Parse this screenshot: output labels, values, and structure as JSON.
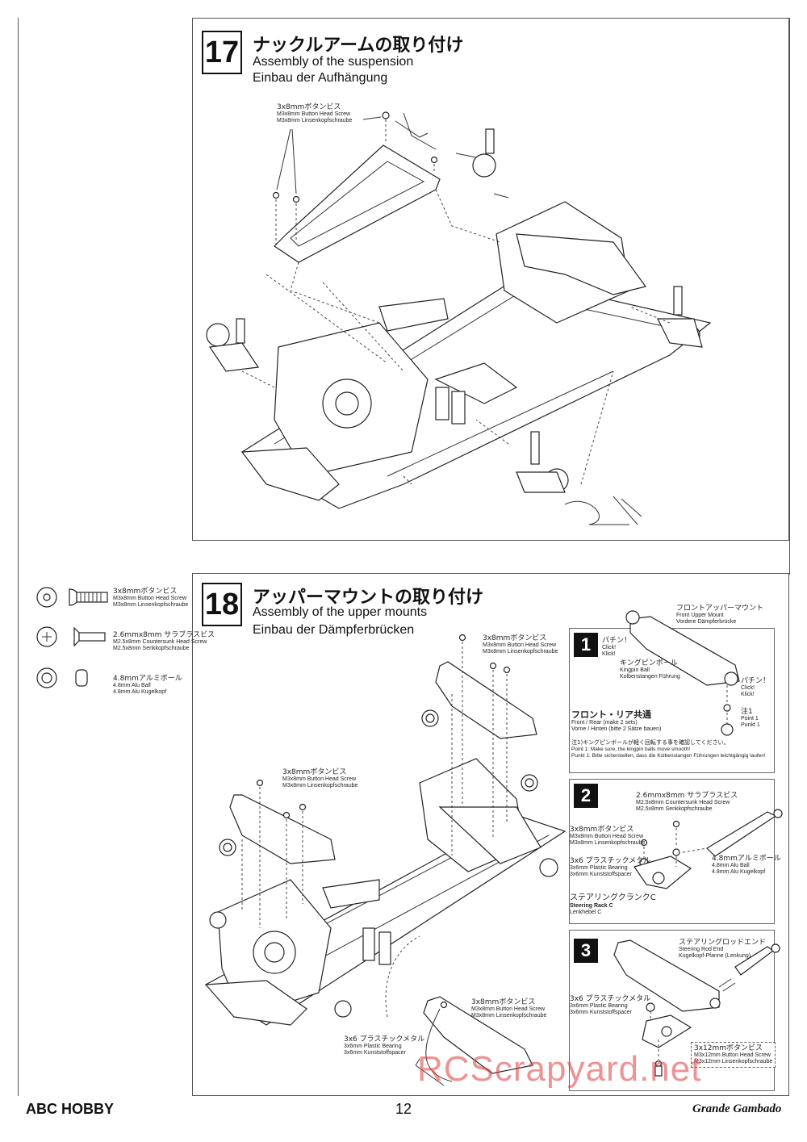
{
  "step17": {
    "number": "17",
    "title_jp": "ナックルアームの取り付け",
    "title_en": "Assembly of the suspension",
    "title_de": "Einbau der Aufhängung",
    "screw_label": {
      "jp": "3x8mmボタンビス",
      "en": "M3x8mm Button Head Screw",
      "de": "M3x8mm Linsenkopfschraube"
    }
  },
  "legend": [
    {
      "jp": "3x8mmボタンビス",
      "en": "M3x8mm Button Head Screw",
      "de": "M3x8mm Linsenkopfschraube",
      "icon": "button-head-screw-icon"
    },
    {
      "jp": "2.6mmx8mm サラブラスビス",
      "en": "M2.5x8mm Countersunk Head Screw",
      "de": "M2.5x8mm Senkkopfschraube",
      "icon": "countersunk-screw-icon"
    },
    {
      "jp": "4.8mmアルミボール",
      "en": "4.8mm Alu Ball",
      "de": "4.8mm Alu Kugelkopf",
      "icon": "alu-ball-icon"
    }
  ],
  "step18": {
    "number": "18",
    "title_jp": "アッパーマウントの取り付け",
    "title_en": "Assembly of the upper mounts",
    "title_de": "Einbau der Dämpferbrücken",
    "screw_label_top": {
      "jp": "3x8mmボタンビス",
      "en": "M3x8mm Button Head Screw",
      "de": "M3x8mm Linsenkopfschraube"
    },
    "screw_label_left": {
      "jp": "3x8mmボタンビス",
      "en": "M3x8mm Button Head Screw",
      "de": "M3x8mm Linsenkopfschraube"
    },
    "screw_label_bottom": {
      "jp": "3x8mmボタンビス",
      "en": "M3x8mm Button Head Screw",
      "de": "M3x8mm Linsenkopfschraube"
    },
    "spacer_label_bottom": {
      "jp": "3x6 プラスチックメタル",
      "en": "3x6mm Plastic Bearing",
      "de": "3x6mm Kunststoffspacer"
    }
  },
  "sub1": {
    "number": "1",
    "click1": {
      "jp": "パチン！",
      "en": "Click!",
      "de": "Klick!"
    },
    "mount": {
      "jp": "フロントアッパーマウント",
      "en": "Front Upper Mount",
      "de": "Vordere Dämpferbrücke"
    },
    "kingpin": {
      "jp": "キングピンボール",
      "en": "Kingpin Ball",
      "de": "Kolbenstangen Führung"
    },
    "click2": {
      "jp": "パチン！",
      "en": "Click!",
      "de": "Klick!"
    },
    "note": {
      "jp": "注1",
      "en": "Point 1",
      "de": "Punkt 1"
    },
    "common": {
      "jp": "フロント・リア共通",
      "en": "Front / Rear (make 2 sets)",
      "de": "Vorne / Hinten (bitte 2 Sätze bauen)"
    },
    "point": {
      "jp": "注1)キングピンボールが軽く回転する事を確認してください。",
      "en": "Point 1: Make sure, the kingpin balls move smooth!",
      "de": "Punkt 1: Bitte sicherstellen, dass die Kolbenstangen Führungen leichtgängig laufen!"
    }
  },
  "sub2": {
    "number": "2",
    "countersunk": {
      "jp": "2.6mmx8mm サラブラスビス",
      "en": "M2.5x8mm Countersunk Head Screw",
      "de": "M2.5x8mm Senkkopfschraube"
    },
    "button": {
      "jp": "3x8mmボタンビス",
      "en": "M3x8mm Button Head Screw",
      "de": "M3x8mm Linsenkopfschraube"
    },
    "alu": {
      "jp": "4.8mmアルミボール",
      "en": "4.8mm Alu Ball",
      "de": "4.8mm Alu Kugelkopf"
    },
    "plastic": {
      "jp": "3x6 プラスチックメタル",
      "en": "3x6mm Plastic Bearing",
      "de": "3x6mm Kunststoffspacer"
    },
    "rack": {
      "jp": "ステアリングクランクC",
      "en": "Steering Rack C",
      "de": "Lenkhebel C"
    }
  },
  "sub3": {
    "number": "3",
    "rod_end": {
      "jp": "ステアリングロッドエンド",
      "en": "Steering Rod End",
      "de": "Kugelkopf-Pfanne (Lenkung)"
    },
    "plastic": {
      "jp": "3x6 プラスチックメタル",
      "en": "3x6mm Plastic Bearing",
      "de": "3x6mm Kunststoffspacer"
    },
    "screw": {
      "jp": "3x12mmボタンビス",
      "en": "M3x12mm Button Head Screw",
      "de": "M3x12mm Linsenkopfschraube"
    }
  },
  "footer": {
    "brand_left": "ABC HOBBY",
    "page": "12",
    "brand_right": "Grande Gambado"
  },
  "watermark": "RCScrapyard.net"
}
